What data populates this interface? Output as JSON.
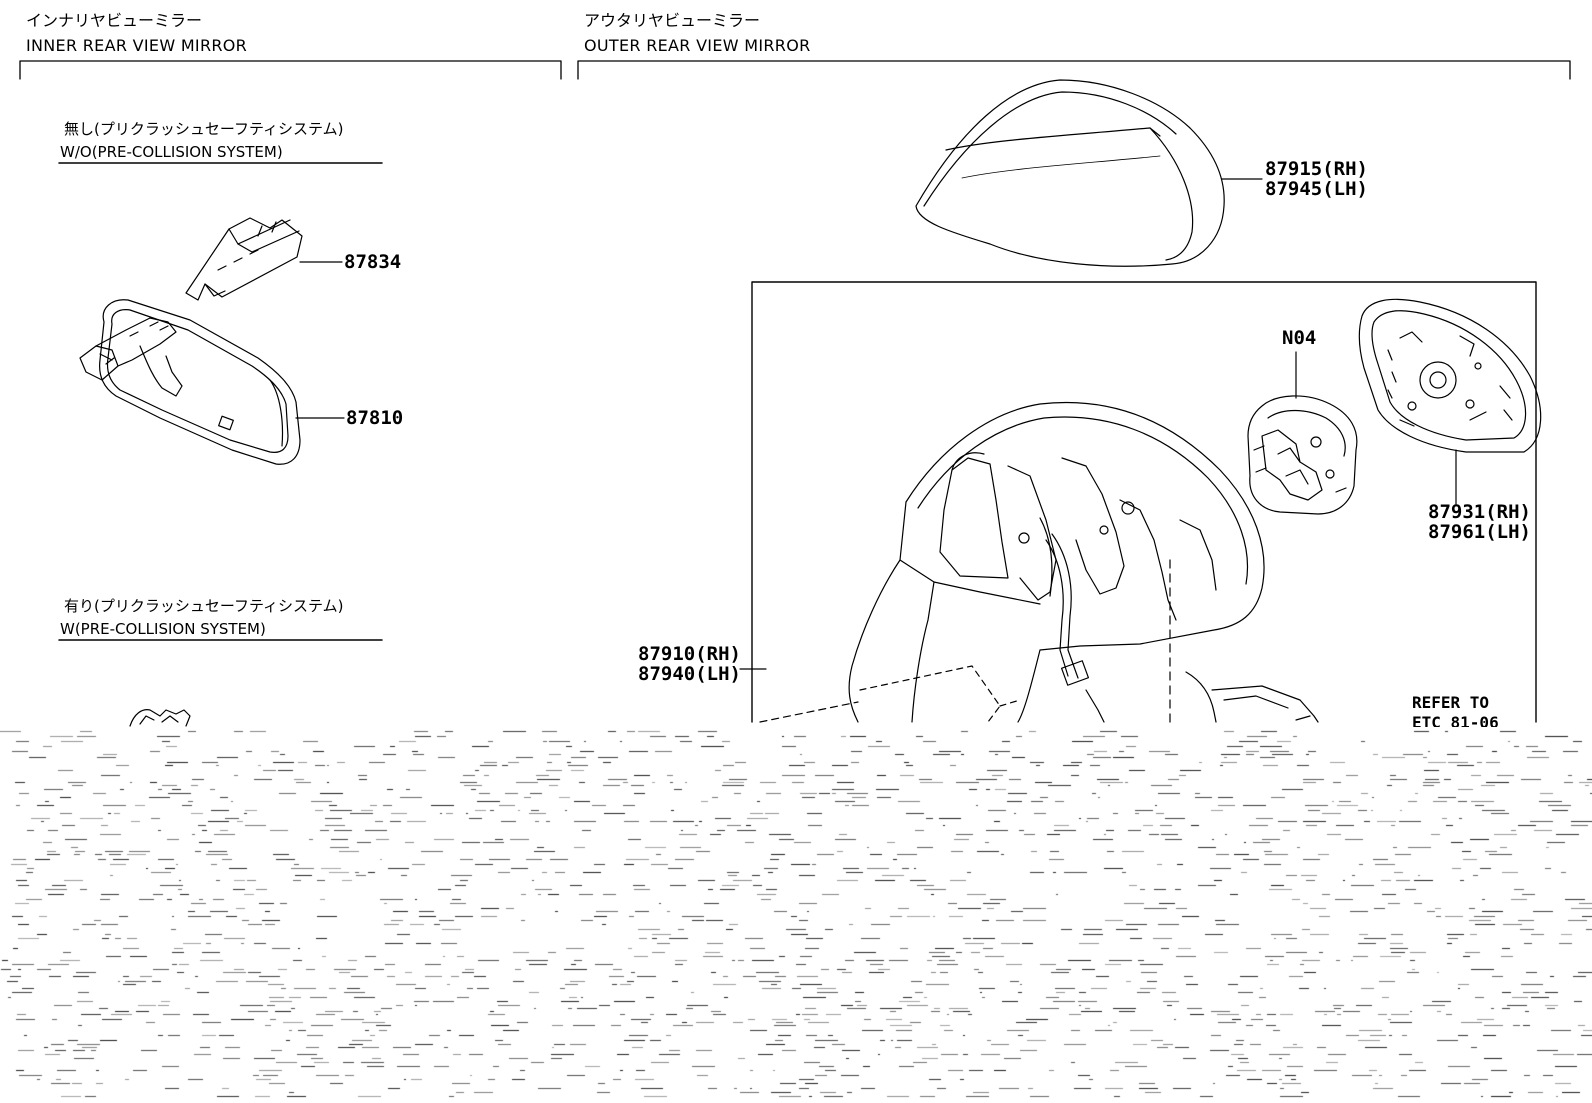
{
  "sections": {
    "inner": {
      "title_jp": "インナリヤビューミラー",
      "title_en": "INNER REAR VIEW MIRROR",
      "without_jp": "無し(プリクラッシュセーフティシステム)",
      "without_en": "W/O(PRE-COLLISION SYSTEM)",
      "with_jp": "有り(プリクラッシュセーフティシステム)",
      "with_en": "W(PRE-COLLISION SYSTEM)"
    },
    "outer": {
      "title_jp": "アウタリヤビューミラー",
      "title_en": "OUTER REAR VIEW MIRROR"
    }
  },
  "parts": {
    "p87834": "87834",
    "p87810": "87810",
    "p87915_87945": [
      "87915(RH)",
      "87945(LH)"
    ],
    "pN04": "N04",
    "p87931_87961": [
      "87931(RH)",
      "87961(LH)"
    ],
    "p87910_87940": [
      "87910(RH)",
      "87940(LH)"
    ]
  },
  "reference": {
    "line1": "REFER TO",
    "line2": "ETC 81-06"
  }
}
